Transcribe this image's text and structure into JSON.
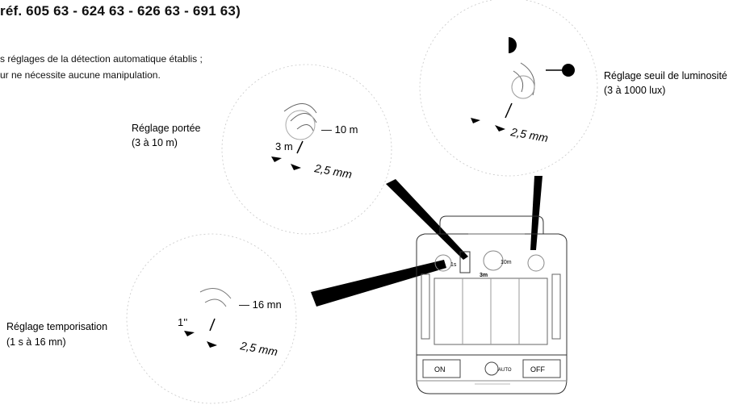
{
  "header": "réf. 605 63 - 624 63 - 626 63 - 691 63)",
  "intro": {
    "line1": "s réglages de la détection automatique établis ;",
    "line2": "ur ne nécessite aucune manipulation."
  },
  "luminosite": {
    "label1": "Réglage seuil de luminosité",
    "label2": "(3 à 1000 lux)",
    "mm": "2,5 mm"
  },
  "portee": {
    "label1": "Réglage portée",
    "label2": "(3 à 10 m)",
    "max": "— 10 m",
    "min": "3 m",
    "mm": "2,5 mm"
  },
  "tempo": {
    "label1": "Réglage temporisation",
    "label2": "(1 s à 16 mn)",
    "max": "— 16 mn",
    "min": "1''",
    "mm": "2,5 mm"
  },
  "device": {
    "dial_left": "1s",
    "dial_center": "10m",
    "dial_center_sub": "3m",
    "switch_on": "ON",
    "switch_auto": "AUTO",
    "switch_off": "OFF"
  }
}
